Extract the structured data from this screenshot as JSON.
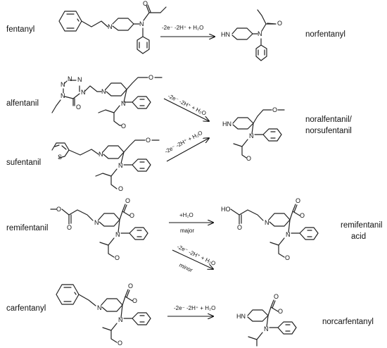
{
  "labels": {
    "fentanyl": "fentanyl",
    "norfentanyl": "norfentanyl",
    "alfentanil": "alfentanil",
    "sufentanil": "sufentanil",
    "noralfentanil_1": "noralfentanil/",
    "noralfentanil_2": "norsufentanil",
    "remifentanil": "remifentanil",
    "remifentanil_acid_1": "remifentanil",
    "remifentanil_acid_2": "acid",
    "carfentanyl": "carfentanyl",
    "norcarfentanyl": "norcarfentanyl"
  },
  "conditions": {
    "oxidation": "-2e⁻ -2H⁺ + H₂O",
    "hydrolysis": "+H₂O",
    "major": "major",
    "minor": "minor"
  },
  "atoms": {
    "N": "N",
    "O": "O",
    "S": "S",
    "HN": "HN",
    "HO": "HO"
  }
}
